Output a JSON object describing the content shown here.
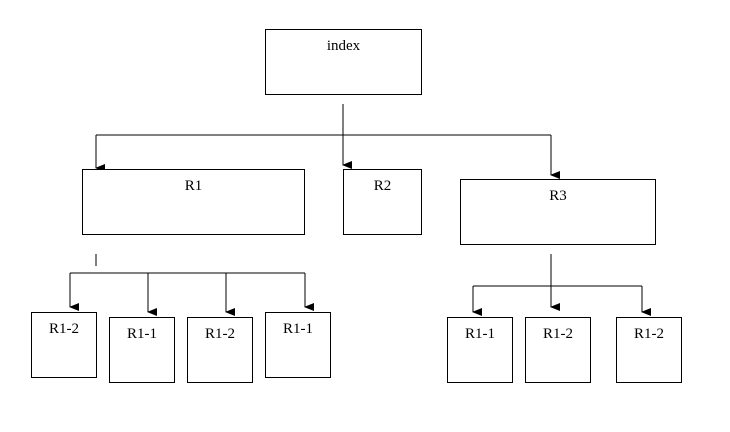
{
  "diagram": {
    "nodes": {
      "index": "index",
      "r1": "R1",
      "r2": "R2",
      "r3": "R3",
      "r1c1": "R1-2",
      "r1c2": "R1-1",
      "r1c3": "R1-2",
      "r1c4": "R1-1",
      "r3c1": "R1-1",
      "r3c2": "R1-2",
      "r3c3": "R1-2"
    },
    "edges": [
      {
        "from": "index",
        "to": "r1"
      },
      {
        "from": "index",
        "to": "r2"
      },
      {
        "from": "index",
        "to": "r3"
      },
      {
        "from": "r1",
        "to": "r1c1"
      },
      {
        "from": "r1",
        "to": "r1c2"
      },
      {
        "from": "r1",
        "to": "r1c3"
      },
      {
        "from": "r1",
        "to": "r1c4"
      },
      {
        "from": "r3",
        "to": "r3c1"
      },
      {
        "from": "r3",
        "to": "r3c2"
      },
      {
        "from": "r3",
        "to": "r3c3"
      }
    ]
  }
}
